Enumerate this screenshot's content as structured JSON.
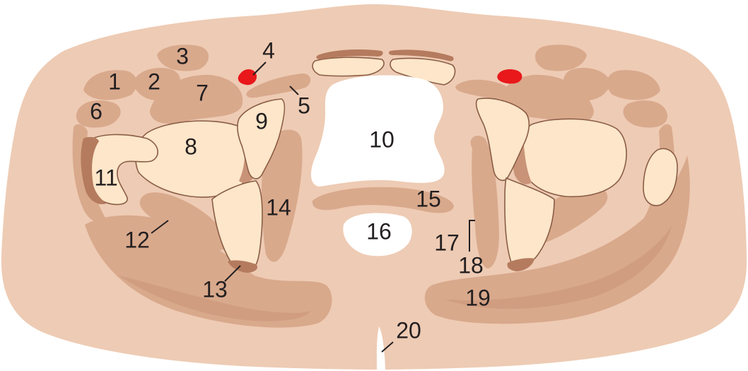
{
  "colors": {
    "skin": "#eecbb4",
    "muscle": "#d9a98c",
    "muscle_dark": "#c99378",
    "bone": "#fde6c9",
    "cartilage": "#b57b5e",
    "vessel": "#e8181b",
    "cavity": "#ffffff",
    "label": "#231f20"
  },
  "labels": {
    "l1": "1",
    "l2": "2",
    "l3": "3",
    "l4": "4",
    "l5": "5",
    "l6": "6",
    "l7": "7",
    "l8": "8",
    "l9": "9",
    "l10": "10",
    "l11": "11",
    "l12": "12",
    "l13": "13",
    "l14": "14",
    "l15": "15",
    "l16": "16",
    "l17": "17",
    "l18": "18",
    "l19": "19",
    "l20": "20"
  }
}
